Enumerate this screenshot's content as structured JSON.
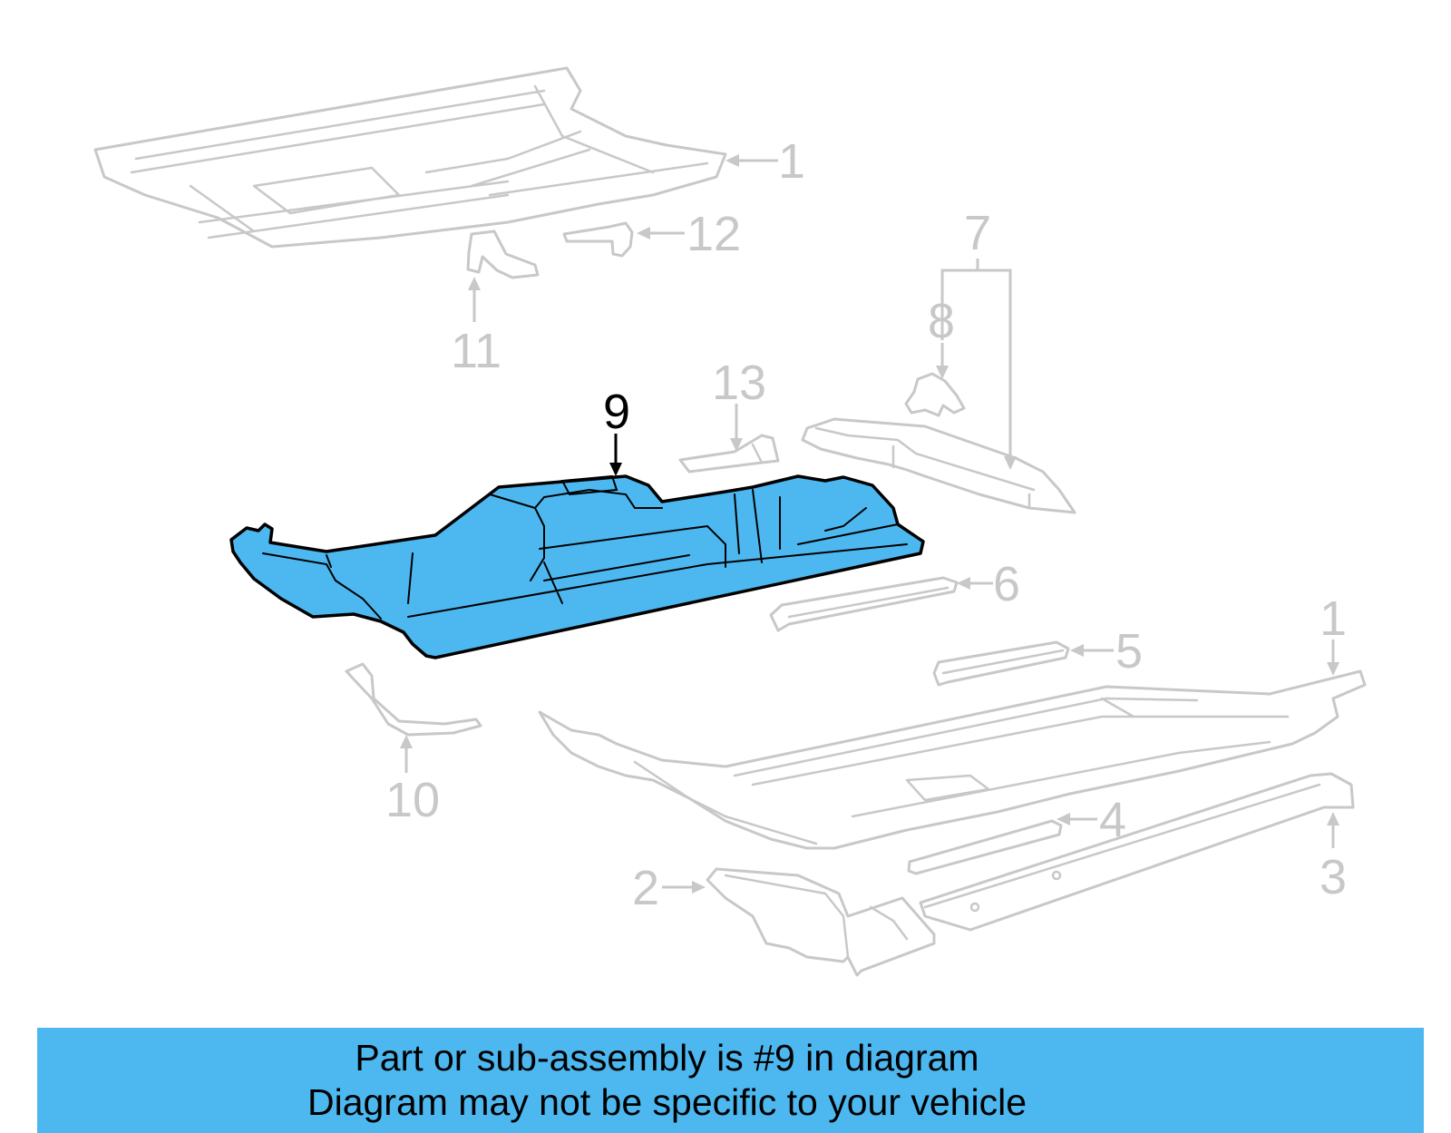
{
  "diagram": {
    "highlight_color": "#4db8f0",
    "ghost_color": "#c8c8c8",
    "callouts": {
      "c1_top": "1",
      "c12": "12",
      "c11": "11",
      "c7": "7",
      "c8": "8",
      "c13": "13",
      "c9": "9",
      "c6": "6",
      "c1_right": "1",
      "c5": "5",
      "c10": "10",
      "c4": "4",
      "c3": "3",
      "c2": "2"
    }
  },
  "banner": {
    "line1": "Part or sub-assembly is #9 in diagram",
    "line2": "Diagram may not be specific to your vehicle"
  }
}
